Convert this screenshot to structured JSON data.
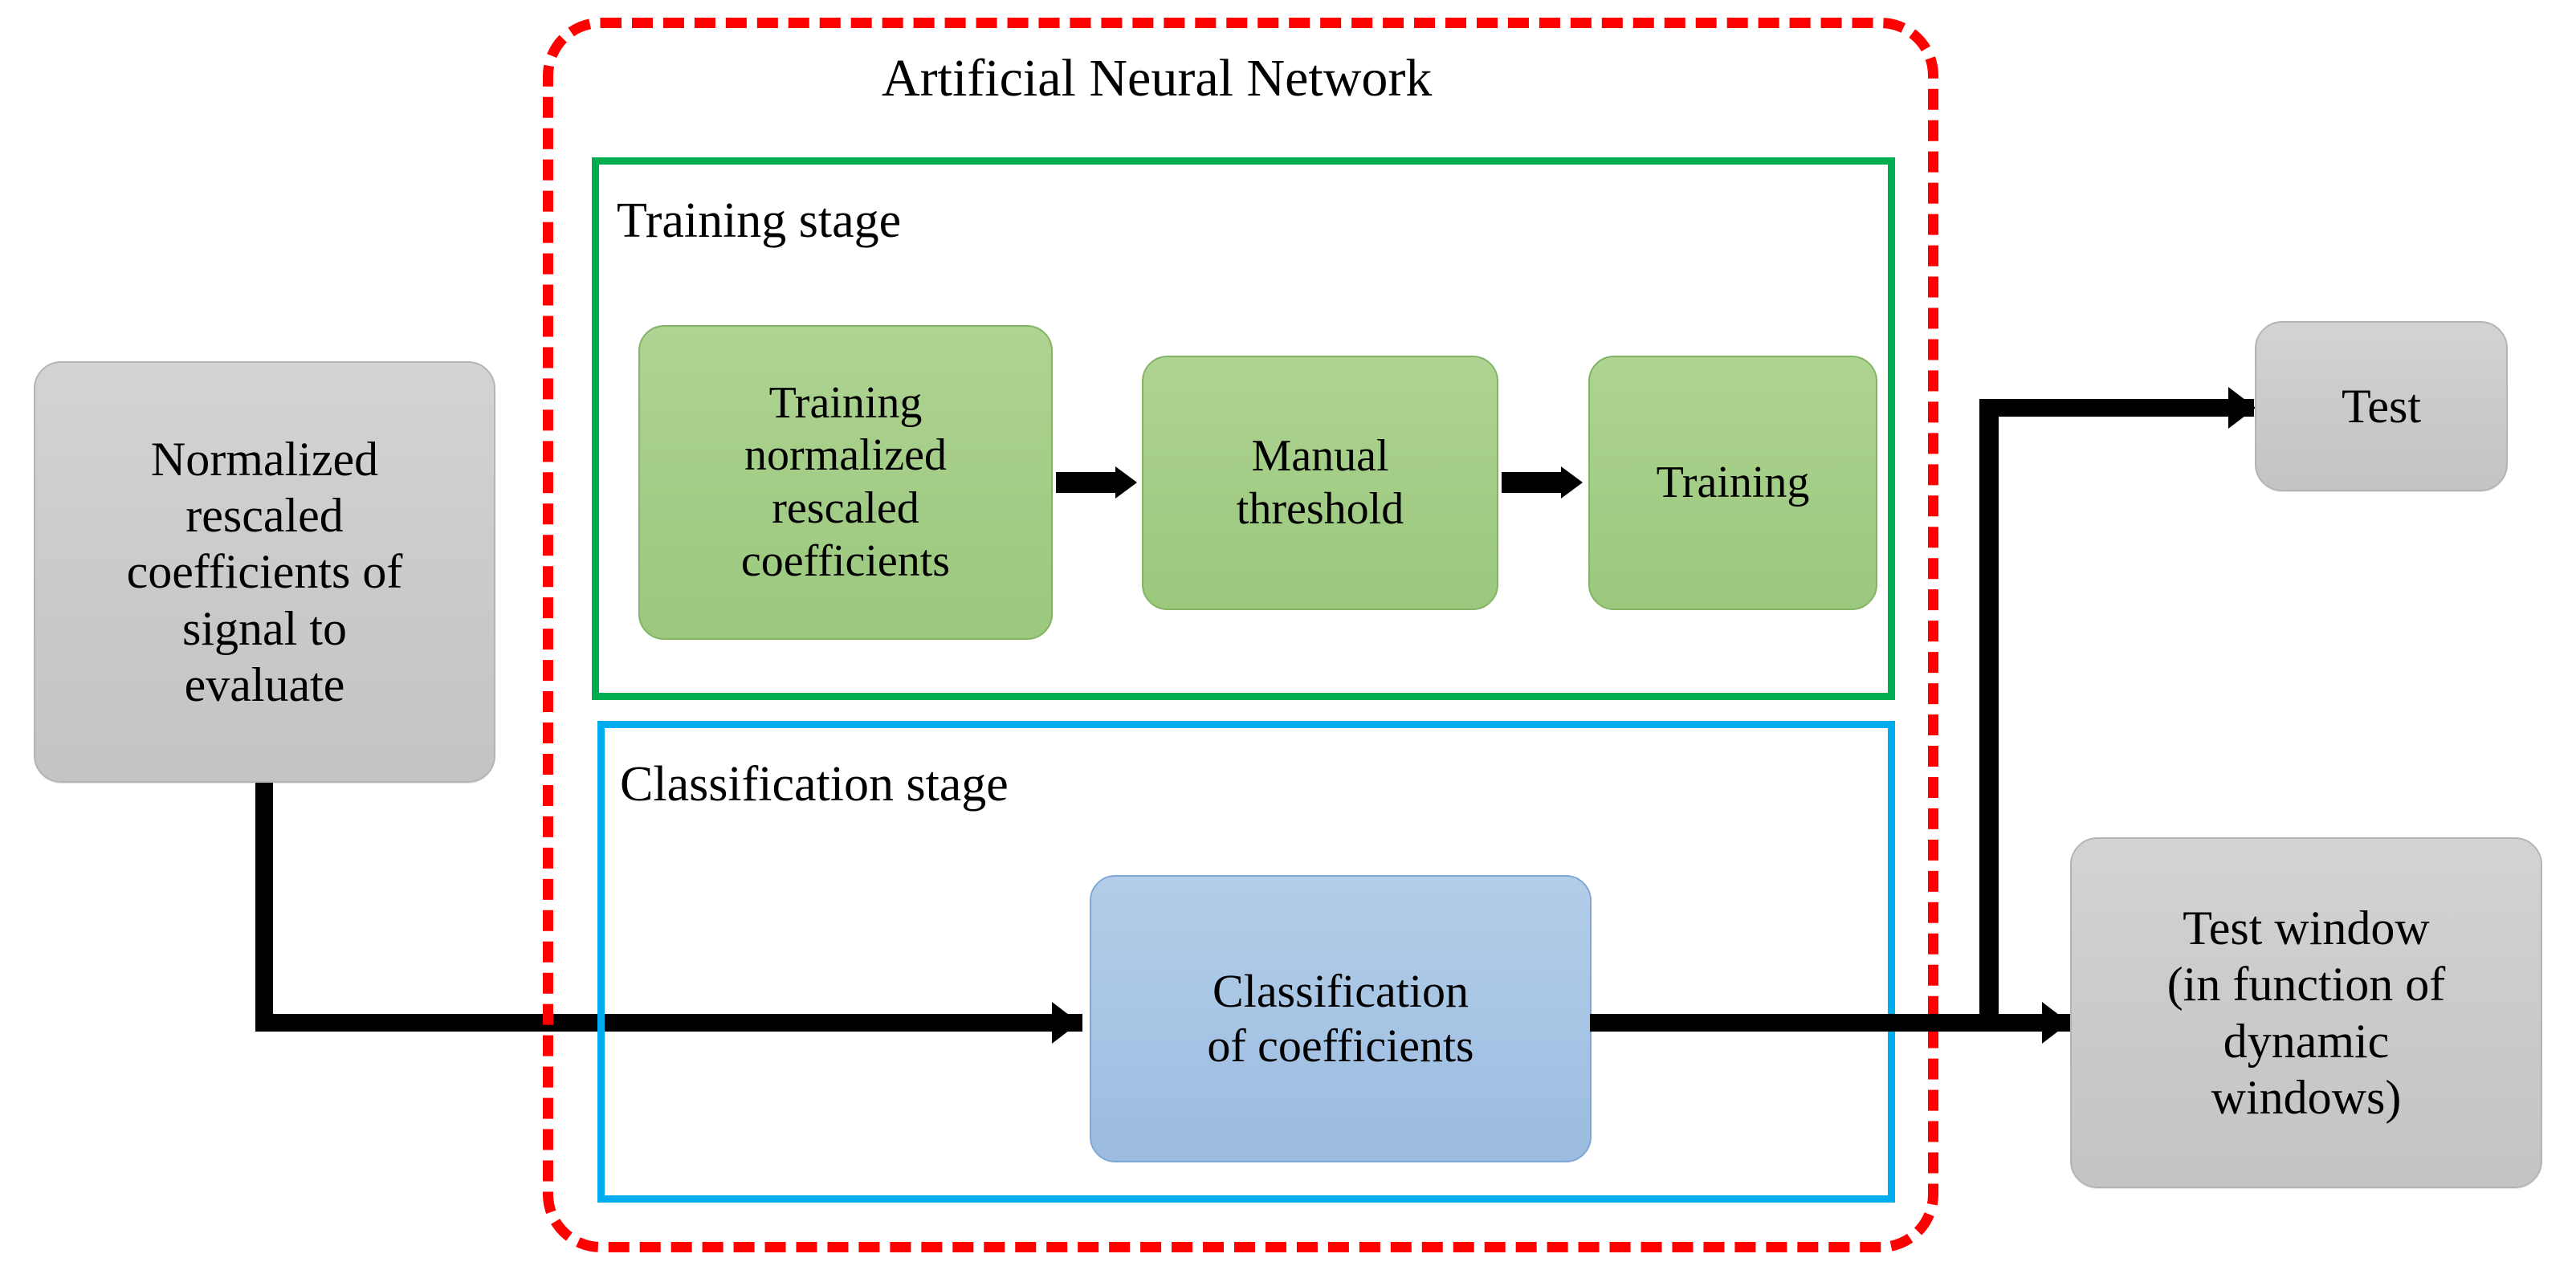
{
  "diagram": {
    "title": "Artificial Neural Network pipeline flowchart",
    "colors": {
      "container_border": "#ff0000",
      "training_stage_border": "#00ad4e",
      "classification_stage_border": "#00aeef",
      "gray_node_fill": "#cacaca",
      "green_node_fill": "#a3cd86",
      "blue_node_fill": "#a6c4e4",
      "connector": "#000000"
    }
  },
  "ann_container": {
    "title": "Artificial Neural Network"
  },
  "training_stage": {
    "label": "Training stage",
    "nodes": [
      {
        "id": "training-normalized-rescaled-coefficients",
        "label": "Training\nnormalized\nrescaled\ncoefficients"
      },
      {
        "id": "manual-threshold",
        "label": "Manual\nthreshold"
      },
      {
        "id": "training",
        "label": "Training"
      }
    ]
  },
  "classification_stage": {
    "label": "Classification stage",
    "nodes": [
      {
        "id": "classification-of-coefficients",
        "label": "Classification\nof coefficients"
      }
    ]
  },
  "input_node": {
    "id": "normalized-rescaled-coefficients-of-signal-to-evaluate",
    "label": "Normalized\nrescaled\ncoefficients of\nsignal to\nevaluate"
  },
  "output_nodes": [
    {
      "id": "test",
      "label": "Test"
    },
    {
      "id": "test-window",
      "label": "Test window\n(in function of\ndynamic\nwindows)"
    }
  ]
}
